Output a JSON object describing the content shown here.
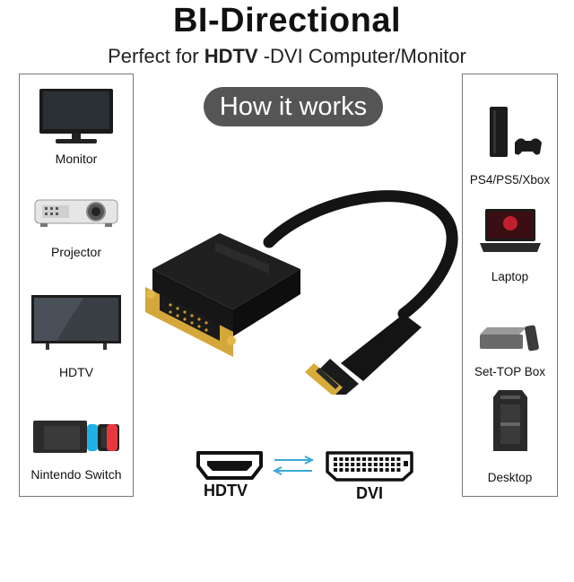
{
  "header": {
    "title": "BI-Directional",
    "subtitle_prefix": "Perfect for ",
    "subtitle_brand": "HDTV",
    "subtitle_suffix": " -DVI Computer/Monitor"
  },
  "badge": {
    "label": "How it works"
  },
  "left_devices": [
    {
      "label": "Monitor",
      "icon": "monitor-icon"
    },
    {
      "label": "Projector",
      "icon": "projector-icon"
    },
    {
      "label": "HDTV",
      "icon": "tv-icon"
    },
    {
      "label": "Nintendo Switch",
      "icon": "game-console-icon"
    }
  ],
  "right_devices": [
    {
      "label": "PS4/PS5/Xbox",
      "icon": "playstation-icon"
    },
    {
      "label": "Laptop",
      "icon": "laptop-icon"
    },
    {
      "label": "Set-TOP Box",
      "icon": "set-top-box-icon"
    },
    {
      "label": "Desktop",
      "icon": "desktop-tower-icon"
    }
  ],
  "diagram": {
    "left_port_label": "HDTV",
    "right_port_label": "DVI",
    "arrow_icon": "bidirectional-arrows-icon"
  },
  "colors": {
    "badge_bg": "#555555",
    "gold": "#d4a73a",
    "arrow": "#3aa8d8"
  }
}
